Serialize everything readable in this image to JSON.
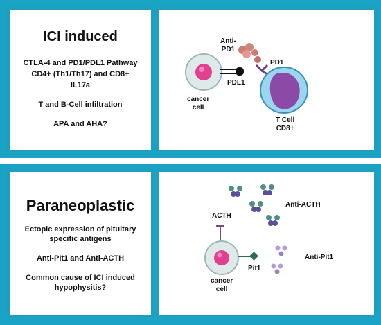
{
  "top": {
    "left_panel": {
      "title": "ICI induced",
      "line1": "CTLA-4 and PD1/PDL1 Pathway",
      "line2": "CD4+ (Th1/Th17) and CD8+",
      "line3": "IL17a",
      "line4": "T and B-Cell infiltration",
      "line5": "APA and AHA?"
    },
    "right_panel": {
      "anti_pd1_line1": "Anti-",
      "anti_pd1_line2": "PD1",
      "pd1": "PD1",
      "pdl1": "PDL1",
      "cancer_cell_line1": "cancer",
      "cancer_cell_line2": "cell",
      "t_cell_line1": "T Cell",
      "t_cell_line2": "CD8+"
    }
  },
  "bottom": {
    "left_panel": {
      "title": "Paraneoplastic",
      "line1": "Ectopic expression of pituitary",
      "line2": "specific antigens",
      "line3": "Anti-PIt1 and Anti-ACTH",
      "line4": "Common cause of ICI induced",
      "line5": "hypophysitis?"
    },
    "right_panel": {
      "acth": "ACTH",
      "anti_acth": "Anti-ACTH",
      "pit1": "Pit1",
      "anti_pit1": "Anti-Pit1",
      "cancer_cell_line1": "cancer",
      "cancer_cell_line2": "cell"
    }
  },
  "colors": {
    "frame": "#1e9fbf",
    "cancer_nucleus": "#e0408f",
    "cell_body": "#dfe9ea",
    "t_cell": "#9ad6ef",
    "t_nucleus": "#8a4aa6",
    "antibody_green": "#4f8f86",
    "antibody_purple": "#5b4e9b",
    "pit_antibody": "#b79ad6",
    "acth_line": "#7a4a7c",
    "pit1_marker": "#2e6b4f"
  }
}
